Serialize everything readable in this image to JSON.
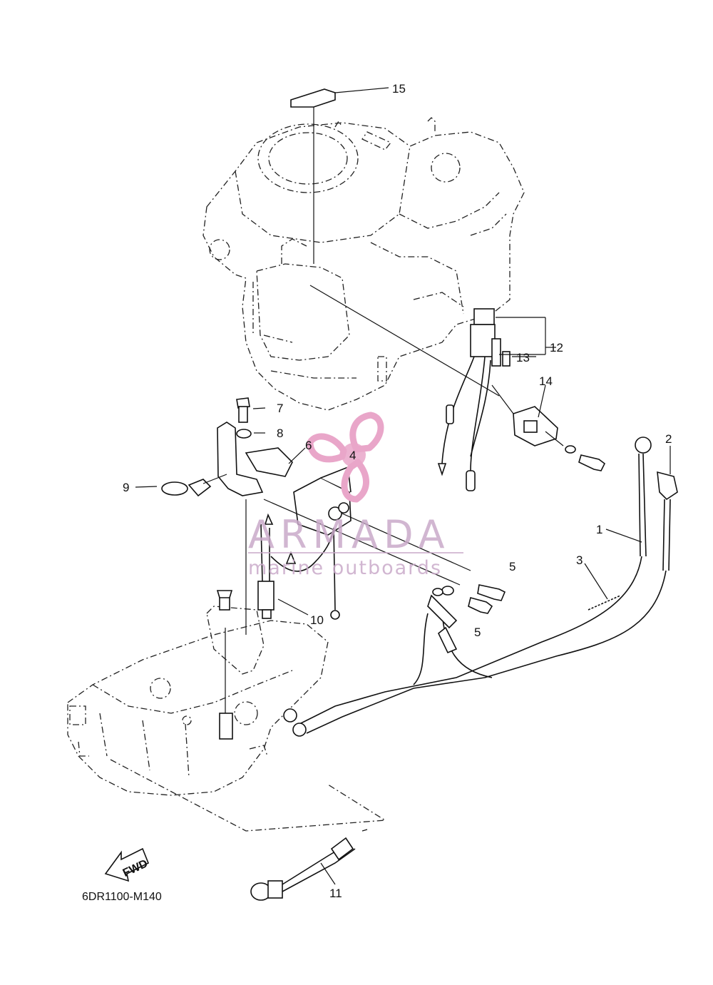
{
  "diagram_code": "6DR1100-M140",
  "fwd_label": "FWD",
  "watermark": {
    "brand": "ARMADA",
    "tagline": "marine outboards",
    "accent_color": "#e9a6c9"
  },
  "callouts": {
    "c1": "1",
    "c2": "2",
    "c3": "3",
    "c4": "4",
    "c5a": "5",
    "c5b": "5",
    "c6": "6",
    "c7": "7",
    "c8": "8",
    "c9": "9",
    "c10": "10",
    "c11": "11",
    "c12": "12",
    "c13": "13",
    "c14": "14",
    "c15": "15"
  }
}
